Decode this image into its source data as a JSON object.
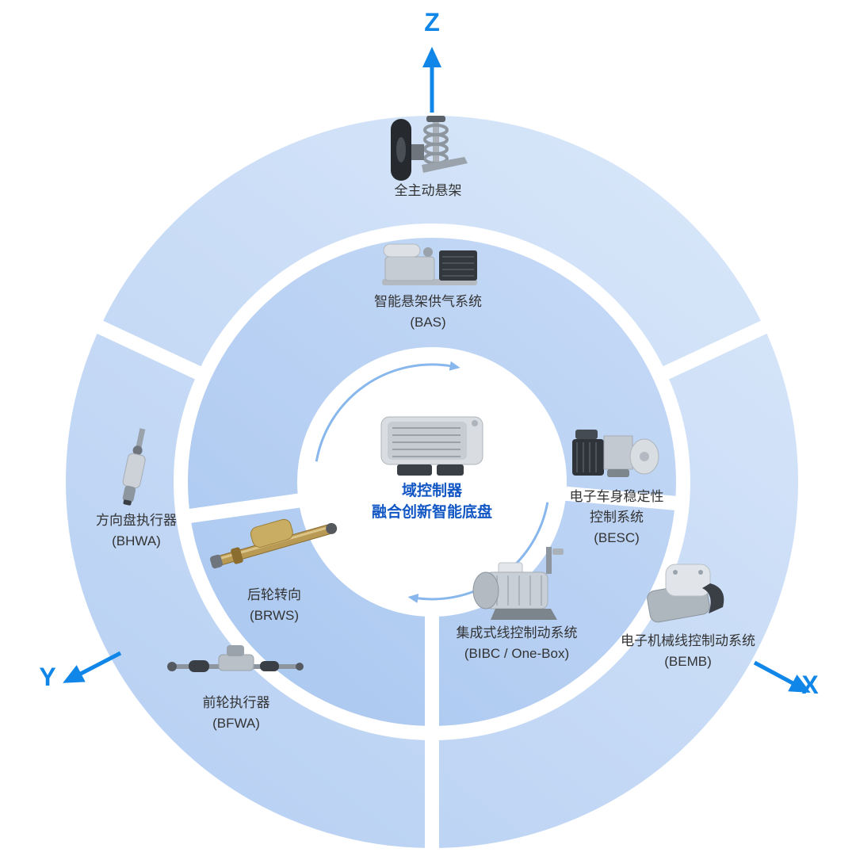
{
  "colors": {
    "accent": "#0f86e8",
    "center-text": "#1257c4",
    "label": "#333333",
    "ring-outer-light": "#d7e6f9",
    "ring-outer-dark": "#b9d1f3",
    "ring-inner-light": "#c5d9f6",
    "ring-inner-dark": "#abc8f0"
  },
  "axes": {
    "z": "Z",
    "y": "Y",
    "x": "X"
  },
  "center": {
    "line1": "域控制器",
    "line2": "融合创新智能底盘"
  },
  "components": {
    "suspension": {
      "name": "全主动悬架"
    },
    "bas": {
      "name": "智能悬架供气系统",
      "code": "(BAS)"
    },
    "besc": {
      "name1": "电子车身稳定性",
      "name2": "控制系统",
      "code": "(BESC)"
    },
    "bibc": {
      "name": "集成式线控制动系统",
      "code": "(BIBC / One-Box)"
    },
    "bemb": {
      "name": "电子机械线控制动系统",
      "code": "(BEMB)"
    },
    "bhwa": {
      "name": "方向盘执行器",
      "code": "(BHWA)"
    },
    "brws": {
      "name": "后轮转向",
      "code": "(BRWS)"
    },
    "bfwa": {
      "name": "前轮执行器",
      "code": "(BFWA)"
    }
  }
}
